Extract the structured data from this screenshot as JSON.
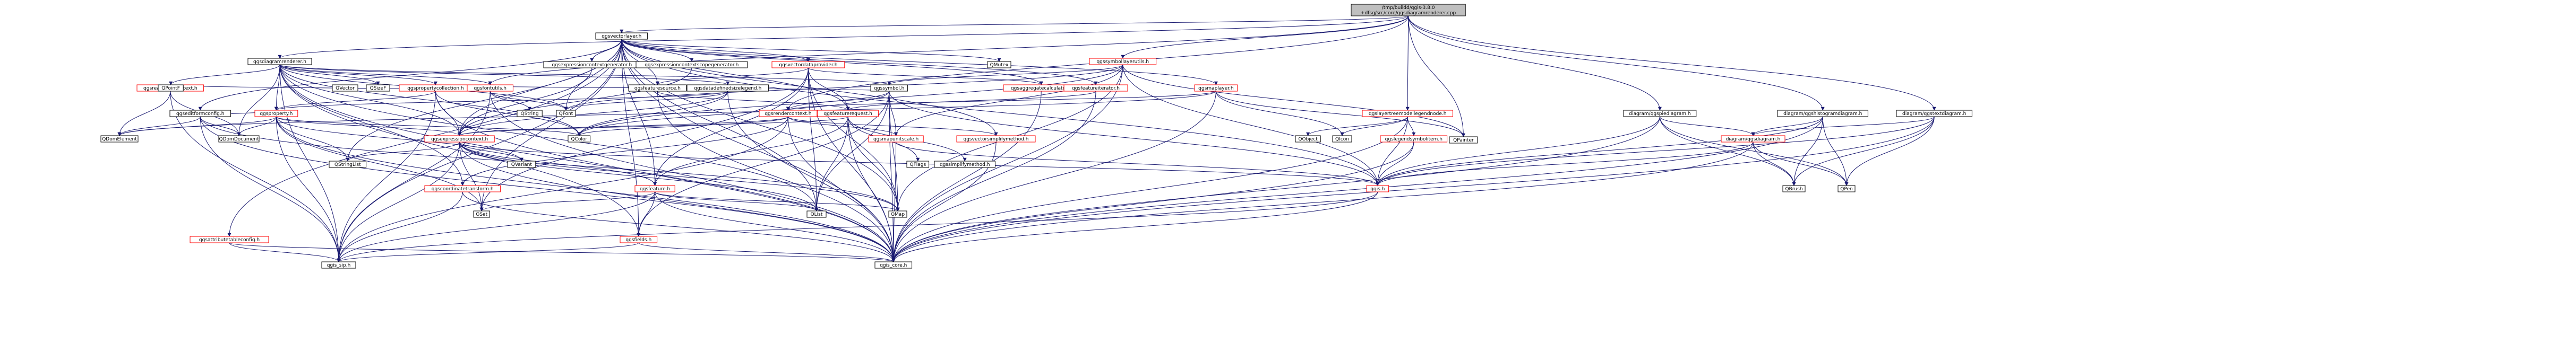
{
  "colors": {
    "edge": "#191970",
    "root_fill": "#bfbfbf",
    "red_border": "#ff0000",
    "black_border": "#000000"
  },
  "nodes": [
    {
      "id": "root",
      "lines": [
        "/tmp/buildd/qgis-3.8.0",
        "+dfsg/src/core/qgsdiagramrenderer.cpp"
      ],
      "style": "gray"
    },
    {
      "id": "qgsvectorlayer",
      "lines": [
        "qgsvectorlayer.h"
      ],
      "style": "black"
    },
    {
      "id": "qgsdiagramrenderer",
      "lines": [
        "qgsdiagramrenderer.h"
      ],
      "style": "black"
    },
    {
      "id": "qgsexpressioncontextgenerator",
      "lines": [
        "qgsexpressioncontextgenerator.h"
      ],
      "style": "black"
    },
    {
      "id": "qgsexpressioncontextscopegenerator",
      "lines": [
        "qgsexpressioncontextscopegenerator.h"
      ],
      "style": "black"
    },
    {
      "id": "qgsvectordataprovider",
      "lines": [
        "qgsvectordataprovider.h"
      ],
      "style": "red"
    },
    {
      "id": "QMutex",
      "lines": [
        "QMutex"
      ],
      "style": "black"
    },
    {
      "id": "qgssymbollayerutils",
      "lines": [
        "qgssymbollayerutils.h"
      ],
      "style": "red"
    },
    {
      "id": "qgsfeaturesource",
      "lines": [
        "qgsfeaturesource.h"
      ],
      "style": "black"
    },
    {
      "id": "qgsdatadefinedsizelegend",
      "lines": [
        "qgsdatadefinedsizelegend.h"
      ],
      "style": "black"
    },
    {
      "id": "qgssymbol",
      "lines": [
        "qgssymbol.h"
      ],
      "style": "black"
    },
    {
      "id": "qgsaggregatecalculator",
      "lines": [
        "qgsaggregatecalculator.h"
      ],
      "style": "red"
    },
    {
      "id": "qgsfeatureiterator",
      "lines": [
        "qgsfeatureiterator.h"
      ],
      "style": "red"
    },
    {
      "id": "qgsmaplayer",
      "lines": [
        "qgsmaplayer.h"
      ],
      "style": "red"
    },
    {
      "id": "QVector",
      "lines": [
        "QVector"
      ],
      "style": "black"
    },
    {
      "id": "QSizeF",
      "lines": [
        "QSizeF"
      ],
      "style": "black"
    },
    {
      "id": "qgspropertycollection",
      "lines": [
        "qgspropertycollection.h"
      ],
      "style": "red"
    },
    {
      "id": "qgsfontutils",
      "lines": [
        "qgsfontutils.h"
      ],
      "style": "red"
    },
    {
      "id": "qgsreadwritecontext",
      "lines": [
        "qgsreadwritecontext.h"
      ],
      "style": "red"
    },
    {
      "id": "qgsproperty",
      "lines": [
        "qgsproperty.h"
      ],
      "style": "red"
    },
    {
      "id": "qgsrendercontext",
      "lines": [
        "qgsrendercontext.h"
      ],
      "style": "red"
    },
    {
      "id": "qgsfeaturerequest",
      "lines": [
        "qgsfeaturerequest.h"
      ],
      "style": "red"
    },
    {
      "id": "qgslayertreemodellegendnode",
      "lines": [
        "qgslayertreemodellegendnode.h"
      ],
      "style": "red"
    },
    {
      "id": "QFont",
      "lines": [
        "QFont"
      ],
      "style": "black"
    },
    {
      "id": "QDomElement",
      "lines": [
        "QDomElement"
      ],
      "style": "black"
    },
    {
      "id": "QDomDocument",
      "lines": [
        "QDomDocument"
      ],
      "style": "black"
    },
    {
      "id": "qgsexpressioncontext",
      "lines": [
        "qgsexpressioncontext.h"
      ],
      "style": "red"
    },
    {
      "id": "QColor",
      "lines": [
        "QColor"
      ],
      "style": "black"
    },
    {
      "id": "qgsmapunitscale",
      "lines": [
        "qgsmapunitscale.h"
      ],
      "style": "red"
    },
    {
      "id": "qgsvectorsimplifymethod",
      "lines": [
        "qgsvectorsimplifymethod.h"
      ],
      "style": "red"
    },
    {
      "id": "qgslegendsymbolitem",
      "lines": [
        "qgslegendsymbolitem.h"
      ],
      "style": "red"
    },
    {
      "id": "QIcon",
      "lines": [
        "QIcon"
      ],
      "style": "black"
    },
    {
      "id": "QPainter",
      "lines": [
        "QPainter"
      ],
      "style": "black"
    },
    {
      "id": "qgsdiagram_pie",
      "lines": [
        "diagram/qgspiediagram.h"
      ],
      "style": "black"
    },
    {
      "id": "qgsdiagram_hist",
      "lines": [
        "diagram/qgshistogramdiagram.h"
      ],
      "style": "black"
    },
    {
      "id": "qgsdiagram_text",
      "lines": [
        "diagram/qgstextdiagram.h"
      ],
      "style": "black"
    },
    {
      "id": "qgsdiagram",
      "lines": [
        "diagram/qgsdiagram.h"
      ],
      "style": "red"
    },
    {
      "id": "QStringList",
      "lines": [
        "QStringList"
      ],
      "style": "black"
    },
    {
      "id": "qgscoordinatetransform",
      "lines": [
        "qgscoordinatetransform.h"
      ],
      "style": "red"
    },
    {
      "id": "qgsfeature",
      "lines": [
        "qgsfeature.h"
      ],
      "style": "red"
    },
    {
      "id": "qgis",
      "lines": [
        "qgis.h"
      ],
      "style": "red"
    },
    {
      "id": "QBrush",
      "lines": [
        "QBrush"
      ],
      "style": "black"
    },
    {
      "id": "QPen",
      "lines": [
        "QPen"
      ],
      "style": "black"
    },
    {
      "id": "QSet",
      "lines": [
        "QSet"
      ],
      "style": "black"
    },
    {
      "id": "QList",
      "lines": [
        "QList"
      ],
      "style": "black"
    },
    {
      "id": "QMap",
      "lines": [
        "QMap"
      ],
      "style": "black"
    },
    {
      "id": "qgsattributetableconfig",
      "lines": [
        "qgsattributetableconfig.h"
      ],
      "style": "red"
    },
    {
      "id": "qgsfields",
      "lines": [
        "qgsfields.h"
      ],
      "style": "red"
    },
    {
      "id": "qgis_sip",
      "lines": [
        "qgis_sip.h"
      ],
      "style": "black"
    },
    {
      "id": "qgis_core",
      "lines": [
        "qgis_core.h"
      ],
      "style": "black"
    }
  ],
  "edges": [
    [
      "root",
      "qgsvectorlayer"
    ],
    [
      "root",
      "qgsdiagramrenderer"
    ],
    [
      "root",
      "qgssymbollayerutils"
    ],
    [
      "root",
      "qgsdiagram_pie"
    ],
    [
      "root",
      "qgsdiagram_hist"
    ],
    [
      "root",
      "qgsdiagram_text"
    ],
    [
      "root",
      "qgslayertreemodellegendnode"
    ],
    [
      "root",
      "qgsfontutils"
    ],
    [
      "root",
      "QPainter"
    ],
    [
      "root",
      "qgsrendercontext"
    ],
    [
      "qgsvectorlayer",
      "qgis_core"
    ],
    [
      "qgsvectorlayer",
      "QMap"
    ],
    [
      "qgsvectorlayer",
      "QSet"
    ],
    [
      "qgsvectorlayer",
      "QList"
    ],
    [
      "qgsvectorlayer",
      "QStringList"
    ],
    [
      "qgsvectorlayer",
      "QFont"
    ],
    [
      "qgsvectorlayer",
      "QMutex"
    ],
    [
      "qgsvectorlayer",
      "qgis_sip"
    ],
    [
      "qgsvectorlayer",
      "qgis"
    ],
    [
      "qgsvectorlayer",
      "qgsmaplayer"
    ],
    [
      "qgsvectorlayer",
      "qgsfeature"
    ],
    [
      "qgsvectorlayer",
      "qgsfeaturerequest"
    ],
    [
      "qgsvectorlayer",
      "qgsfields"
    ],
    [
      "qgsvectorlayer",
      "qgsvectordataprovider"
    ],
    [
      "qgsvectorlayer",
      "qgsvectorsimplifymethod"
    ],
    [
      "qgsvectorlayer",
      "qgseditformconfig"
    ],
    [
      "qgsvectorlayer",
      "qgsattributetableconfig"
    ],
    [
      "qgsvectorlayer",
      "qgsaggregatecalculator"
    ],
    [
      "qgsvectorlayer",
      "qgsfeatureiterator"
    ],
    [
      "qgsvectorlayer",
      "qgsexpressioncontextgenerator"
    ],
    [
      "qgsvectorlayer",
      "qgsexpressioncontextscopegenerator"
    ],
    [
      "qgsvectorlayer",
      "qgsfeaturesource"
    ],
    [
      "qgsvectorlayer",
      "qgsexpressioncontext"
    ],
    [
      "qgsdiagramrenderer",
      "qgis_core"
    ],
    [
      "qgsdiagramrenderer",
      "qgis_sip"
    ],
    [
      "qgsdiagramrenderer",
      "QColor"
    ],
    [
      "qgsdiagramrenderer",
      "QFont"
    ],
    [
      "qgsdiagramrenderer",
      "QList"
    ],
    [
      "qgsdiagramrenderer",
      "QPointF"
    ],
    [
      "qgsdiagramrenderer",
      "QSizeF"
    ],
    [
      "qgsdiagramrenderer",
      "QDomDocument"
    ],
    [
      "qgsdiagramrenderer",
      "qgsexpressioncontext"
    ],
    [
      "qgsdiagramrenderer",
      "qgsfields"
    ],
    [
      "qgsdiagramrenderer",
      "qgscoordinatetransform"
    ],
    [
      "qgsdiagramrenderer",
      "qgssymbol"
    ],
    [
      "qgsdiagramrenderer",
      "qgsproperty"
    ],
    [
      "qgsdiagramrenderer",
      "qgspropertycollection"
    ],
    [
      "qgsdiagramrenderer",
      "qgsfontutils"
    ],
    [
      "qgsdiagramrenderer",
      "qgsdatadefinedsizelegend"
    ],
    [
      "qgsexpressioncontextgenerator",
      "qgsexpressioncontext"
    ],
    [
      "qgsexpressioncontextscopegenerator",
      "qgsexpressioncontext"
    ],
    [
      "qgsvectordataprovider",
      "qgis_core"
    ],
    [
      "qgsvectordataprovider",
      "qgsfeature"
    ],
    [
      "qgsvectordataprovider",
      "qgsaggregatecalculator"
    ],
    [
      "qgsvectordataprovider",
      "qgsfeaturesource"
    ],
    [
      "qgsvectordataprovider",
      "QSet"
    ],
    [
      "qgsvectordataprovider",
      "QMap"
    ],
    [
      "qgsvectordataprovider",
      "QList"
    ],
    [
      "qgsvectordataprovider",
      "qgsfeaturerequest"
    ],
    [
      "qgssymbollayerutils",
      "qgis_core"
    ],
    [
      "qgssymbollayerutils",
      "qgis"
    ],
    [
      "qgssymbollayerutils",
      "QMap"
    ],
    [
      "qgssymbollayerutils",
      "qgssymbol"
    ],
    [
      "qgssymbollayerutils",
      "qgsmapunitscale"
    ],
    [
      "qgssymbollayerutils",
      "QFont"
    ],
    [
      "qgssymbollayerutils",
      "QColor"
    ],
    [
      "qgssymbollayerutils",
      "QPainter"
    ],
    [
      "qgsfeaturesource",
      "qgis_core"
    ],
    [
      "qgsfeaturesource",
      "qgsfeaturerequest"
    ],
    [
      "qgsdatadefinedsizelegend",
      "qgis_core"
    ],
    [
      "qgsdatadefinedsizelegend",
      "qgsproperty"
    ],
    [
      "qgsdatadefinedsizelegend",
      "qgsexpressioncontext"
    ],
    [
      "qgsdatadefinedsizelegend",
      "QColor"
    ],
    [
      "qgsdatadefinedsizelegend",
      "QFont"
    ],
    [
      "qgssymbol",
      "qgis_core"
    ],
    [
      "qgssymbol",
      "qgis"
    ],
    [
      "qgssymbol",
      "QList"
    ],
    [
      "qgssymbol",
      "QMap"
    ],
    [
      "qgssymbol",
      "qgsmapunitscale"
    ],
    [
      "qgssymbol",
      "qgsrendercontext"
    ],
    [
      "qgssymbol",
      "qgsfields"
    ],
    [
      "qgssymbol",
      "qgspropertycollection"
    ],
    [
      "qgssymbol",
      "QColor"
    ],
    [
      "qgsaggregatecalculator",
      "qgis_core"
    ],
    [
      "qgsfeatureiterator",
      "qgsfeaturerequest"
    ],
    [
      "qgsfeatureiterator",
      "qgis_core"
    ],
    [
      "qgsmaplayer",
      "qgis_core"
    ],
    [
      "qgsmaplayer",
      "QIcon"
    ],
    [
      "qgsmaplayer",
      "QPainter"
    ],
    [
      "qgsmaplayer",
      "QDomElement"
    ],
    [
      "qgsmaplayer",
      "qgsrendercontext"
    ],
    [
      "qgspropertycollection",
      "qgis_core"
    ],
    [
      "qgspropertycollection",
      "qgis_sip"
    ],
    [
      "qgspropertycollection",
      "qgsexpressioncontext"
    ],
    [
      "qgspropertycollection",
      "qgsproperty"
    ],
    [
      "qgspropertycollection",
      "QColor"
    ],
    [
      "qgsfontutils",
      "QFont"
    ],
    [
      "qgsfontutils",
      "QString"
    ],
    [
      "qgsfontutils",
      "qgis_core"
    ],
    [
      "qgsfontutils",
      "qgis_sip"
    ],
    [
      "qgsfontutils",
      "qgsreadwritecontext"
    ],
    [
      "qgsreadwritecontext",
      "QDomElement"
    ],
    [
      "qgsreadwritecontext",
      "QDomDocument"
    ],
    [
      "qgsreadwritecontext",
      "qgis_sip"
    ],
    [
      "qgsproperty",
      "qgis_core"
    ],
    [
      "qgsproperty",
      "qgis_sip"
    ],
    [
      "qgsproperty",
      "QVariant"
    ],
    [
      "qgsproperty",
      "QColor"
    ],
    [
      "qgsproperty",
      "QDomElement"
    ],
    [
      "qgsproperty",
      "QDomDocument"
    ],
    [
      "qgsproperty",
      "qgsexpressioncontext"
    ],
    [
      "qgsproperty",
      "QStringList"
    ],
    [
      "qgsproperty",
      "QSet"
    ],
    [
      "qgsrendercontext",
      "qgis_core"
    ],
    [
      "qgsrendercontext",
      "qgsexpressioncontext"
    ],
    [
      "qgsrendercontext",
      "qgscoordinatetransform"
    ],
    [
      "qgsrendercontext",
      "qgsmapunitscale"
    ],
    [
      "qgsrendercontext",
      "qgsvectorsimplifymethod"
    ],
    [
      "qgsrendercontext",
      "QColor"
    ],
    [
      "qgsrendercontext",
      "qgis_sip"
    ],
    [
      "qgsfeaturerequest",
      "qgis_core"
    ],
    [
      "qgsfeaturerequest",
      "QFlags"
    ],
    [
      "qgsfeaturerequest",
      "QList"
    ],
    [
      "qgsfeaturerequest",
      "qgsfeature"
    ],
    [
      "qgsfeaturerequest",
      "qgsexpressioncontext"
    ],
    [
      "qgsfeaturerequest",
      "qgssimplifymethod"
    ],
    [
      "qgsfeaturerequest",
      "QMap"
    ],
    [
      "qgslayertreemodellegendnode",
      "QIcon"
    ],
    [
      "qgslayertreemodellegendnode",
      "QObject"
    ],
    [
      "qgslayertreemodellegendnode",
      "qgis_core"
    ],
    [
      "qgslayertreemodellegendnode",
      "qgslegendsymbolitem"
    ],
    [
      "qgslayertreemodellegendnode",
      "qgis"
    ],
    [
      "qgsexpressioncontext",
      "qgis_core"
    ],
    [
      "qgsexpressioncontext",
      "qgis_sip"
    ],
    [
      "qgsexpressioncontext",
      "QVariant"
    ],
    [
      "qgsexpressioncontext",
      "QStringList"
    ],
    [
      "qgsexpressioncontext",
      "QSet"
    ],
    [
      "qgsexpressioncontext",
      "qgsfeature"
    ],
    [
      "qgsexpressioncontext",
      "qgis"
    ],
    [
      "qgsexpressioncontext",
      "QMap"
    ],
    [
      "qgsexpressioncontext",
      "QList"
    ],
    [
      "qgsmapunitscale",
      "qgis_core"
    ],
    [
      "qgsmapunitscale",
      "qgis"
    ],
    [
      "qgsvectorsimplifymethod",
      "qgis_core"
    ],
    [
      "qgslegendsymbolitem",
      "qgis"
    ],
    [
      "qgslegendsymbolitem",
      "qgis_core"
    ],
    [
      "qgsdiagram_pie",
      "qgis_core"
    ],
    [
      "qgsdiagram_pie",
      "qgsdiagram"
    ],
    [
      "qgsdiagram_pie",
      "QPen"
    ],
    [
      "qgsdiagram_pie",
      "QBrush"
    ],
    [
      "qgsdiagram_pie",
      "qgis"
    ],
    [
      "qgsdiagram_hist",
      "qgis_core"
    ],
    [
      "qgsdiagram_hist",
      "qgsdiagram"
    ],
    [
      "qgsdiagram_hist",
      "QPen"
    ],
    [
      "qgsdiagram_hist",
      "QBrush"
    ],
    [
      "qgsdiagram_hist",
      "qgis"
    ],
    [
      "qgsdiagram_text",
      "qgis_core"
    ],
    [
      "qgsdiagram_text",
      "qgsdiagram"
    ],
    [
      "qgsdiagram_text",
      "QPen"
    ],
    [
      "qgsdiagram_text",
      "QBrush"
    ],
    [
      "qgsdiagram_text",
      "qgis"
    ],
    [
      "qgsdiagram",
      "qgis_core"
    ],
    [
      "qgsdiagram",
      "QPen"
    ],
    [
      "qgsdiagram",
      "QBrush"
    ],
    [
      "qgsdiagram",
      "qgis"
    ],
    [
      "qgscoordinatetransform",
      "qgis_core"
    ],
    [
      "qgscoordinatetransform",
      "qgis_sip"
    ],
    [
      "qgsfeature",
      "qgis_core"
    ],
    [
      "qgsfeature",
      "qgis_sip"
    ],
    [
      "qgsfeature",
      "QMap"
    ],
    [
      "qgsfeature",
      "QList"
    ],
    [
      "qgsfeature",
      "QSet"
    ],
    [
      "qgsfeature",
      "qgsfields"
    ],
    [
      "qgis",
      "qgis_core"
    ],
    [
      "qgis",
      "qgis_sip"
    ],
    [
      "qgsattributetableconfig",
      "qgis_core"
    ],
    [
      "qgsattributetableconfig",
      "qgis_sip"
    ],
    [
      "qgsfields",
      "qgis_core"
    ],
    [
      "qgsfields",
      "qgis_sip"
    ],
    [
      "qgseditformconfig",
      "qgis_core"
    ],
    [
      "qgseditformconfig",
      "qgis_sip"
    ],
    [
      "qgseditformconfig",
      "QDomElement"
    ],
    [
      "qgseditformconfig",
      "QDomDocument"
    ],
    [
      "qgseditformconfig",
      "QMap"
    ],
    [
      "qgseditformconfig",
      "qgsproperty"
    ]
  ]
}
